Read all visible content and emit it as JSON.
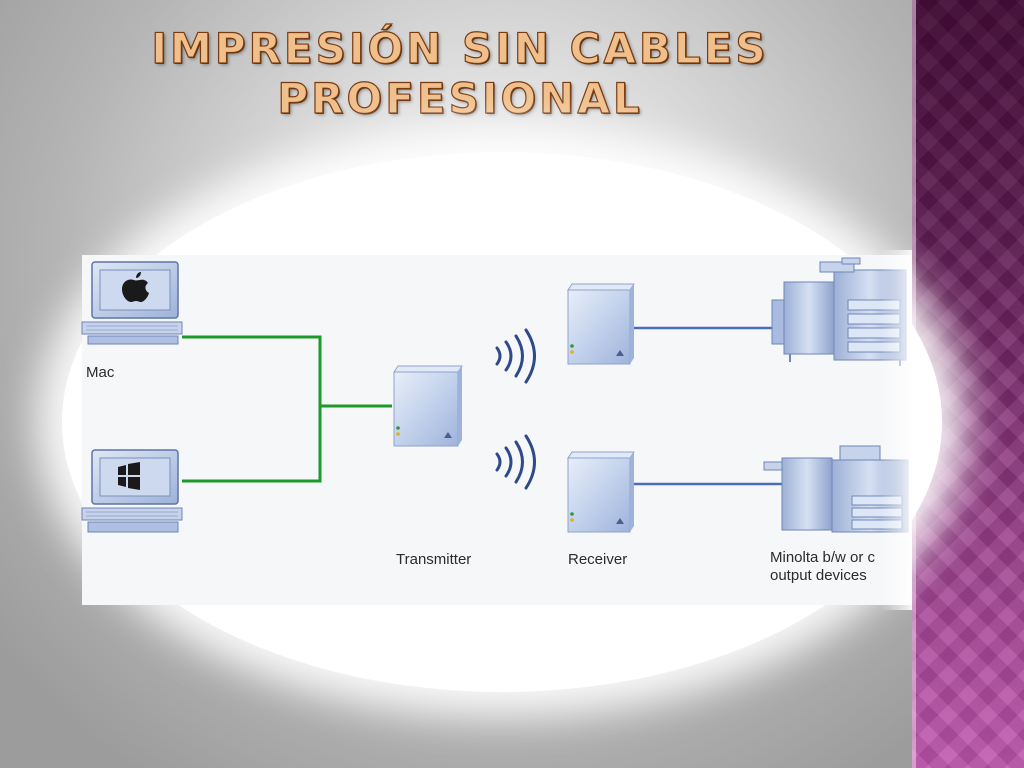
{
  "title": {
    "line1": "IMPRESIÓN SIN CABLES",
    "line2": "PROFESIONAL"
  },
  "diagram": {
    "label_mac": "Mac",
    "label_transmitter": "Transmitter",
    "label_receiver": "Receiver",
    "label_output_line1": "Minolta b/w or c",
    "label_output_line2": "output devices"
  },
  "colors": {
    "wire_green": "#1f9a2a",
    "wire_blue": "#4a6fb8",
    "device_blue": "#b8c8e6",
    "accent_purple": "#7a2a6c",
    "title_fill": "#f0c08c"
  },
  "icons": [
    "apple-logo-icon",
    "windows-logo-icon",
    "wireless-signal-icon"
  ]
}
